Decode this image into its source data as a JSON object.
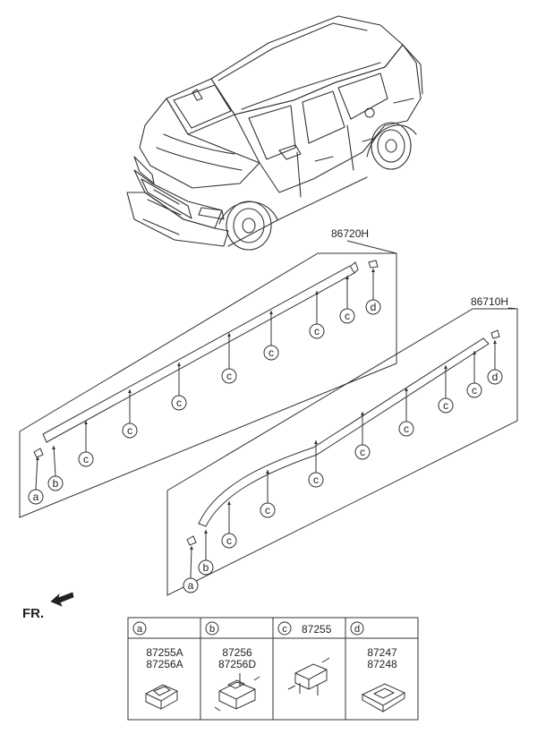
{
  "part_numbers": {
    "rail_upper": "86720H",
    "rail_lower": "86710H"
  },
  "callout_letters": {
    "a": "a",
    "b": "b",
    "c": "c",
    "d": "d"
  },
  "front_indicator": "FR.",
  "legend_table": {
    "cells": [
      {
        "letter": "a",
        "header_text": "",
        "parts": [
          "87255A",
          "87256A"
        ]
      },
      {
        "letter": "b",
        "header_text": "",
        "parts": [
          "87256",
          "87256D"
        ]
      },
      {
        "letter": "c",
        "header_text": "87255",
        "parts": []
      },
      {
        "letter": "d",
        "header_text": "",
        "parts": [
          "87247",
          "87248"
        ]
      }
    ]
  }
}
